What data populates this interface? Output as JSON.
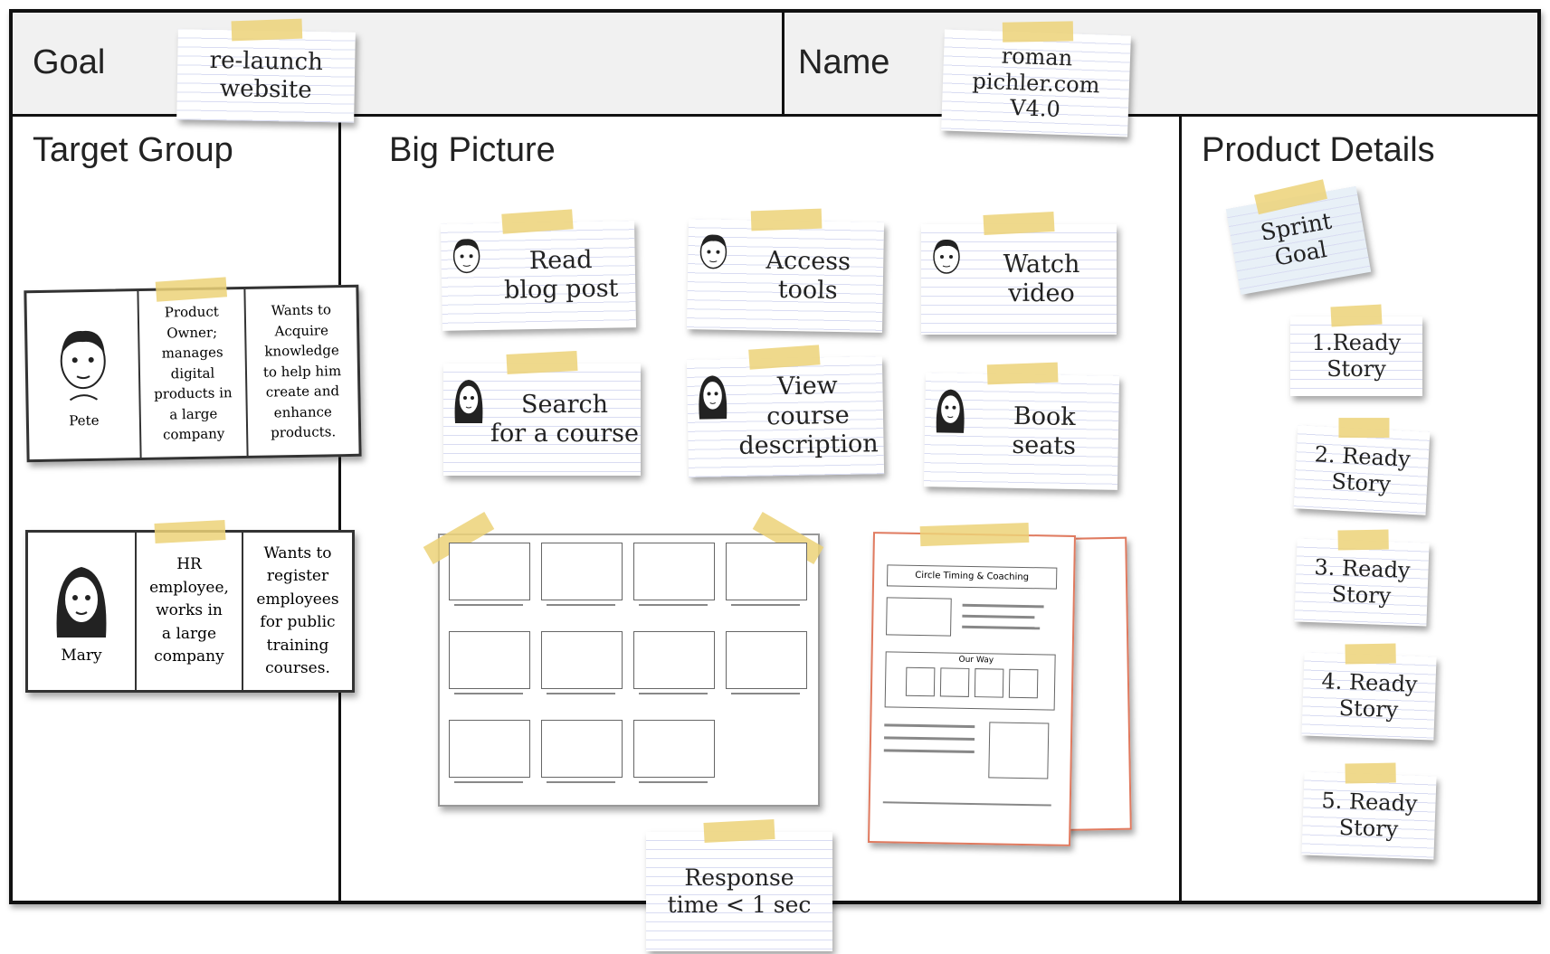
{
  "board": {
    "goal_label": "Goal",
    "goal_card": "re-launch\nwebsite",
    "name_label": "Name",
    "name_card": "roman\npichler.com\nV4.0",
    "target_group_label": "Target Group",
    "big_picture_label": "Big Picture",
    "product_details_label": "Product Details"
  },
  "personas": [
    {
      "name": "Pete",
      "role": "Product\nOwner;\nmanages\ndigital\nproducts in\na large\ncompany",
      "need": "Wants to\nAcquire\nknowledge\nto help him\ncreate and\nenhance\nproducts."
    },
    {
      "name": "Mary",
      "role": "HR\nemployee,\nworks in\na large\ncompany",
      "need": "Wants to\nregister\nemployees\nfor public\ntraining\ncourses."
    }
  ],
  "epics": [
    {
      "text": "Read\nblog post",
      "persona": "male"
    },
    {
      "text": "Access\ntools",
      "persona": "male"
    },
    {
      "text": "Watch\nvideo",
      "persona": "male"
    },
    {
      "text": "Search\nfor a course",
      "persona": "female"
    },
    {
      "text": "View\ncourse\ndescription",
      "persona": "female"
    },
    {
      "text": "Book\nseats",
      "persona": "female"
    }
  ],
  "constraint_card": "Response\ntime < 1 sec",
  "sprint_goal": "Sprint\nGoal",
  "ready_stories": [
    "1.Ready\nStory",
    "2. Ready\nStory",
    "3. Ready\nStory",
    "4. Ready\nStory",
    "5. Ready\nStory"
  ],
  "mockup": {
    "title": "Circle Timing & Coaching",
    "section_label": "Our Way"
  },
  "colors": {
    "tape": "#ecd278",
    "card_lines": "#d9dcf2",
    "border": "#111111",
    "header_bg": "#f1f1f1",
    "mockup_accent": "#e07a5f"
  }
}
